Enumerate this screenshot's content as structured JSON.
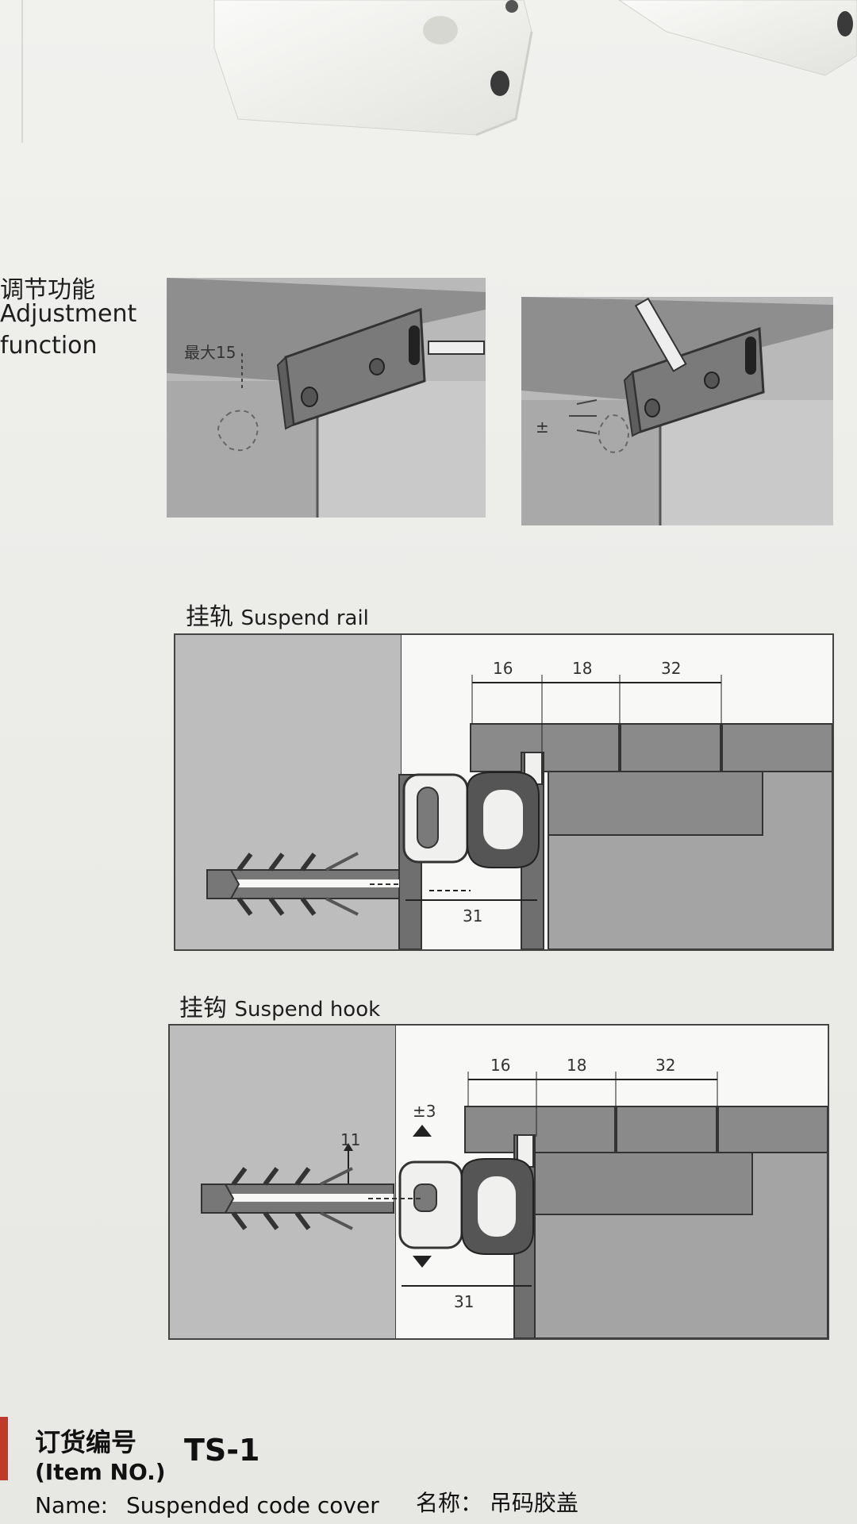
{
  "adjustment": {
    "title_zh": "调节功能",
    "title_en_1": "Adjustment",
    "title_en_2": "function",
    "left_label": "最大15",
    "right_label": "±"
  },
  "suspend_rail": {
    "title_zh": "挂轨",
    "title_en": "Suspend rail",
    "dim_16": "16",
    "dim_18": "18",
    "dim_32": "32",
    "dim_31": "31"
  },
  "suspend_hook": {
    "title_zh": "挂钩",
    "title_en": "Suspend hook",
    "dim_16": "16",
    "dim_18": "18",
    "dim_32": "32",
    "dim_31": "31",
    "dim_11": "11",
    "dim_pm3": "±3"
  },
  "item": {
    "title_zh": "订货编号",
    "title_en": "(Item NO.)",
    "code": "TS-1",
    "name_label": "Name:",
    "name_value": "Suspended code cover",
    "name_zh_label": "名称：",
    "name_zh_value": "吊码胶盖"
  },
  "colors": {
    "panel_dark": "#6f6f6f",
    "panel_mid": "#9a9a9a",
    "panel_light": "#bdbdbd",
    "accent_red": "#c0392b"
  }
}
